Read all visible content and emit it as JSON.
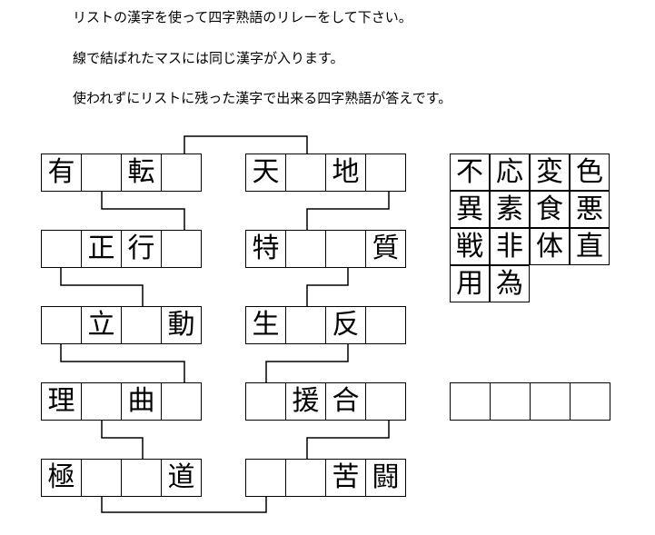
{
  "instructions": [
    "リストの漢字を使って四字熟語のリレーをして下さい。",
    "線で結ばれたマスには同じ漢字が入ります。",
    "使われずにリストに残った漢字で出来る四字熟語が答えです。"
  ],
  "left_column": [
    [
      "有",
      "",
      "転",
      ""
    ],
    [
      "",
      "正",
      "行",
      ""
    ],
    [
      "",
      "立",
      "",
      "動"
    ],
    [
      "理",
      "",
      "曲",
      ""
    ],
    [
      "極",
      "",
      "",
      "道"
    ]
  ],
  "right_column": [
    [
      "天",
      "",
      "地",
      ""
    ],
    [
      "特",
      "",
      "",
      "質"
    ],
    [
      "生",
      "",
      "反",
      ""
    ],
    [
      "",
      "援",
      "合",
      ""
    ],
    [
      "",
      "",
      "苦",
      "闘"
    ]
  ],
  "kanji_list": [
    "不",
    "応",
    "変",
    "色",
    "異",
    "素",
    "食",
    "悪",
    "戦",
    "非",
    "体",
    "直",
    "用",
    "為"
  ],
  "answer": [
    "",
    "",
    "",
    ""
  ]
}
